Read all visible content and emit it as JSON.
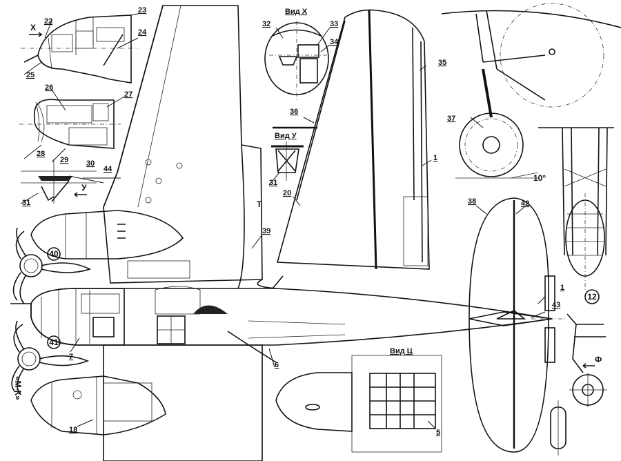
{
  "drawing": {
    "labels": {
      "n22": "22",
      "n23": "23",
      "n24": "24",
      "n25": "25",
      "n26": "26",
      "n27": "27",
      "n28": "28",
      "n29": "29",
      "n30": "30",
      "n44": "44",
      "n31a": "31",
      "n31b": "31",
      "n32": "32",
      "n33": "33",
      "n34": "34",
      "n35": "35",
      "n36": "36",
      "n1a": "1",
      "n1b": "1",
      "n20": "20",
      "n39": "39",
      "n40": "40",
      "n41": "41",
      "n7": "7",
      "n6": "6",
      "n18": "18",
      "n5": "5",
      "n38": "38",
      "n42": "42",
      "n43": "43",
      "n12": "12",
      "n37": "37"
    },
    "views": {
      "x_arrow": "X",
      "y_arrow": "У",
      "t_mark": "Т",
      "f_arrow": "Ф",
      "view_x": "Вид X",
      "view_y": "Вид У",
      "view_c": "Вид Ц",
      "angle": "10°",
      "magazine_mark": "«М-К»"
    }
  }
}
